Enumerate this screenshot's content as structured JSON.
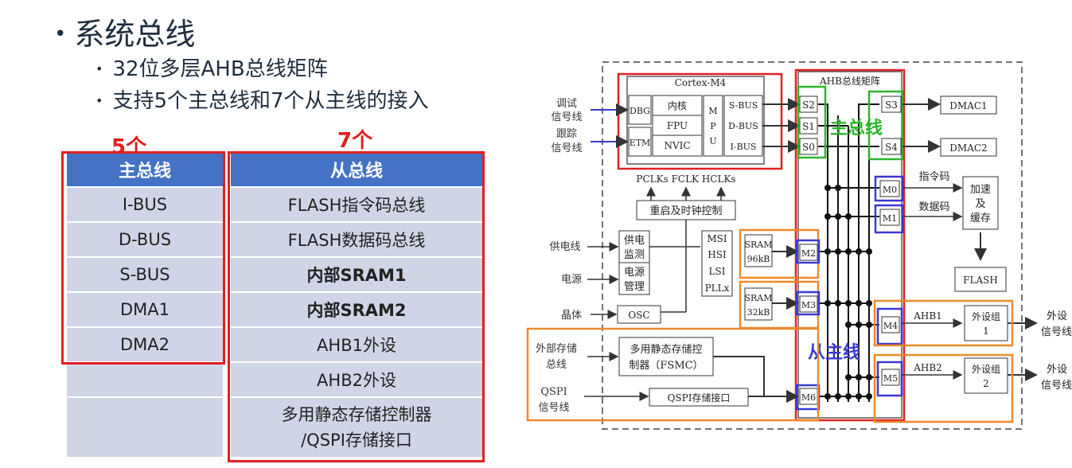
{
  "slide": {
    "heading": "系统总线",
    "bullets": [
      "32位多层AHB总线矩阵",
      "支持5个主总线和7个从主线的接入"
    ]
  },
  "master_table": {
    "count": "5个",
    "header": "主总线",
    "rows": [
      "I-BUS",
      "D-BUS",
      "S-BUS",
      "DMA1",
      "DMA2",
      "",
      ""
    ]
  },
  "slave_table": {
    "count": "7个",
    "header": "从总线",
    "rows": [
      "FLASH指令码总线",
      "FLASH数据码总线",
      "内部SRAM1",
      "内部SRAM2",
      "AHB1外设",
      "AHB2外设",
      "多用静态存储控制器",
      "/QSPI存储接口"
    ]
  },
  "diagram": {
    "cortex_title": "Cortex-M4",
    "dbg": "DBG",
    "etm": "ETM",
    "core_cells": [
      "内核",
      "FPU",
      "NVIC"
    ],
    "mpu": [
      "M",
      "P",
      "U"
    ],
    "core_buses": [
      "S-BUS",
      "D-BUS",
      "I-BUS"
    ],
    "left_signals": [
      "调试",
      "信号线",
      "跟踪",
      "信号线"
    ],
    "matrix_title": "AHB总线矩阵",
    "slave_ports_left": [
      "S2",
      "S1",
      "S0"
    ],
    "slave_ports_right": [
      "S3",
      "S4"
    ],
    "dmac": [
      "DMAC1",
      "DMAC2"
    ],
    "master_overlay": "主总线",
    "slave_overlay": "从主线",
    "clock_row": "PCLKs  FCLK  HCLKs",
    "clock_ctrl": "重启及时钟控制",
    "supply": [
      "供电",
      "监测"
    ],
    "power": [
      "电源",
      "管理"
    ],
    "osc_list": [
      "MSI",
      "HSI",
      "LSI",
      "PLLx"
    ],
    "osc": "OSC",
    "inputs": [
      "供电线",
      "电源",
      "晶体"
    ],
    "sram1": [
      "SRAM",
      "96kB"
    ],
    "sram2": [
      "SRAM",
      "32kB"
    ],
    "m_ports": [
      "M0",
      "M1",
      "M2",
      "M3",
      "M4",
      "M5",
      "M6"
    ],
    "flash_lines": [
      "指令码",
      "数据码"
    ],
    "accel": [
      "加速",
      "及",
      "缓存"
    ],
    "flash": "FLASH",
    "ahb1": "AHB1",
    "ahb2": "AHB2",
    "periph1": [
      "外设组",
      "1"
    ],
    "periph2": [
      "外设组",
      "2"
    ],
    "periph_out": [
      "外设",
      "信号线"
    ],
    "ext_mem": [
      "外部存储",
      "总线"
    ],
    "fsmc": [
      "多用静态存储控",
      "制器（FSMC）"
    ],
    "qspi_in": [
      "QSPI",
      "信号线"
    ],
    "qspi": "QSPI存储接口"
  },
  "colors": {
    "red": "#e02020",
    "blue": "#3a3ad0",
    "green": "#2db52d",
    "orange": "#f08a2a",
    "table_header": "#4472c4",
    "table_cell": "#cfd5e6"
  }
}
